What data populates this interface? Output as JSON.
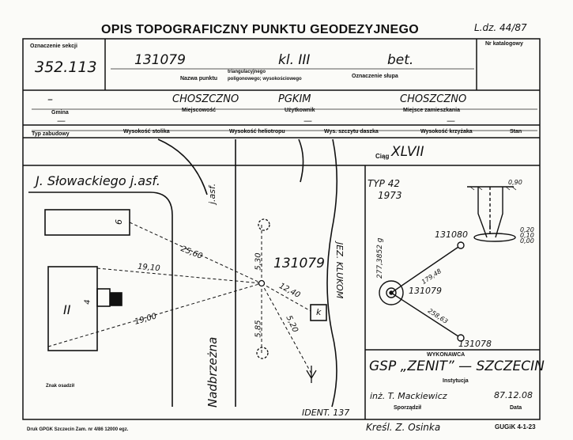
{
  "header": {
    "title": "OPIS TOPOGRAFICZNY PUNKTU GEODEZYJNEGO",
    "ldz": "L.dz. 44/87"
  },
  "row1": {
    "sekcja_label": "Oznaczenie sekcji",
    "sekcja_value": "352.113",
    "nr_kat_label": "Nr katalogowy",
    "nazwa_value": "131079",
    "klasa_value": "kl. III",
    "slup_value": "bet.",
    "nazwa_label": "Nazwa punktu",
    "type_label_top": "triangulacyjnego",
    "type_label_bottom": "poligonowego; wysokościowego",
    "slup_label": "Oznaczenie słupa"
  },
  "row2": {
    "gmina_value": "–",
    "miejscowosc_value": "CHOSZCZNO",
    "uzytkownik_value": "PGKIM",
    "zamieszkania_value": "CHOSZCZNO",
    "gmina_label": "Gmina",
    "miejscowosc_label": "Miejscowość",
    "uzytkownik_label": "Użytkownik",
    "zamieszkania_label": "Miejsce zamieszkania",
    "dash1": "—",
    "dash2": "—",
    "dash3": "—"
  },
  "row3": {
    "labels": [
      "Typ zabudowy",
      "Wysokość stolika",
      "Wysokość heliotropu",
      "Wys. szczytu daszka",
      "Wysokość krzyżaka",
      "Stan"
    ]
  },
  "sketch": {
    "street1": "J. Słowackiego j.asf.",
    "street2_asf": "j.asf.",
    "street2": "Nadbrzeżna",
    "lake": "JEZ. KLUKOM",
    "point": "131079",
    "building1_num": "6",
    "building2_num": "II",
    "building2_sub": "4",
    "k_label": "k",
    "d1": "25,60",
    "d2": "19,10",
    "d3": "19,00",
    "d4": "12,40",
    "d5": "5,20",
    "d6": "5,85",
    "d7": "5,30",
    "znak_label": "Znak osadził",
    "ident": "IDENT. 137"
  },
  "right_panel": {
    "ciag_label": "Ciąg",
    "ciag_value": "XLVII",
    "typ_value": "TYP 42",
    "year_value": "1973",
    "depth1": "0,90",
    "depth2": "0,20",
    "depth3": "0,10",
    "depth4": "0,00",
    "pt_north": "131080",
    "pt_center": "131079",
    "pt_south": "131078",
    "angle": "277,3852 g",
    "dist_n": "179,48",
    "dist_s": "258,63"
  },
  "footer": {
    "wykonawca_label": "WYKONAWCA",
    "wykonawca_value": "GSP „ZENIT” — SZCZECIN",
    "instytucja_label": "Instytucja",
    "sporzadzil_value": "inż. T. Mackiewicz",
    "sporzadzil_label": "Sporządził",
    "data_value": "87.12.08",
    "data_label": "Data",
    "kreslil": "Kreśl. Z. Osinka",
    "druk": "Druk GPGK Szczecin Zam. nr 4/86  12000 egz.",
    "gugik": "GUGiK 4-1-23"
  }
}
